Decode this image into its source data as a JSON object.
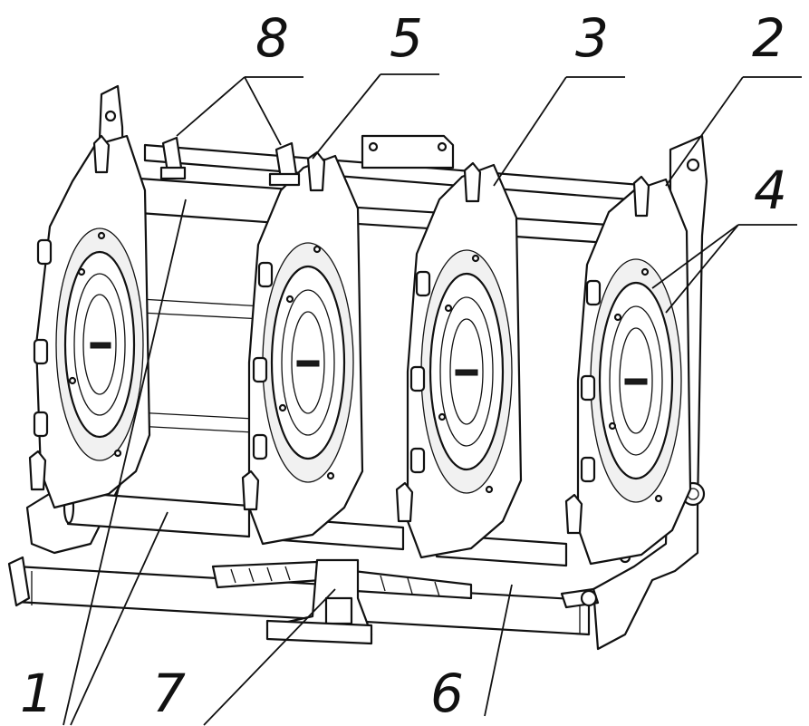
{
  "callouts": [
    {
      "label": "8"
    },
    {
      "label": "5"
    },
    {
      "label": "3"
    },
    {
      "label": "2"
    },
    {
      "label": "4"
    },
    {
      "label": "1"
    },
    {
      "label": "7"
    },
    {
      "label": "6"
    }
  ],
  "colors": {
    "ink": "#111111",
    "paper": "#ffffff",
    "shade": "#f1f1f1"
  }
}
